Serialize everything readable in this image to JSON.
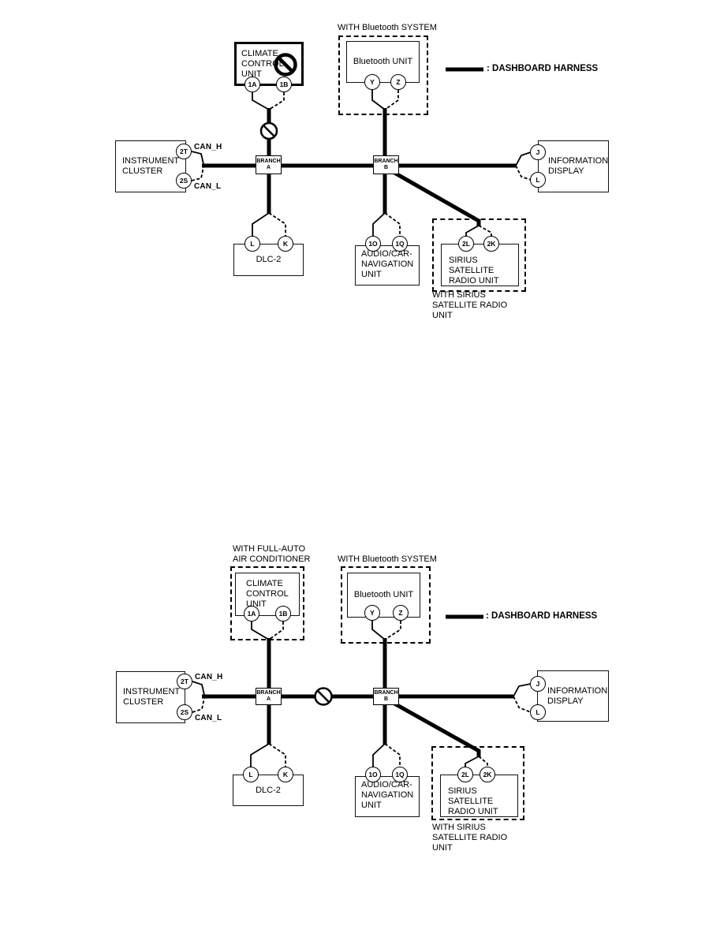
{
  "colors": {
    "line": "#000000",
    "background": "#ffffff"
  },
  "legend": {
    "label": ": DASHBOARD HARNESS"
  },
  "captions": {
    "bluetooth_system": "WITH Bluetooth SYSTEM",
    "full_auto_ac": "WITH FULL-AUTO\nAIR CONDITIONER",
    "sirius": "WITH SIRIUS\nSATELLITE RADIO\nUNIT"
  },
  "components": {
    "climate": "CLIMATE\nCONTROL\nUNIT",
    "bluetooth": "Bluetooth UNIT",
    "instrument_cluster": "INSTRUMENT\nCLUSTER",
    "information_display": "INFORMATION\nDISPLAY",
    "dlc2": "DLC-2",
    "audio_nav": "AUDIO/CAR-\nNAVIGATION\nUNIT",
    "sirius_radio": "SIRIUS SATELLITE\nRADIO UNIT"
  },
  "branches": {
    "a": "BRANCH\nA",
    "b": "BRANCH\nB"
  },
  "can": {
    "high": "CAN_H",
    "low": "CAN_L"
  },
  "connectors": {
    "climate": [
      "1A",
      "1B"
    ],
    "bluetooth": [
      "Y",
      "Z"
    ],
    "cluster": [
      "2T",
      "2S"
    ],
    "info": [
      "J",
      "L"
    ],
    "dlc2": [
      "L",
      "K"
    ],
    "audio": [
      "1O",
      "1Q"
    ],
    "sirius": [
      "2L",
      "2K"
    ]
  }
}
